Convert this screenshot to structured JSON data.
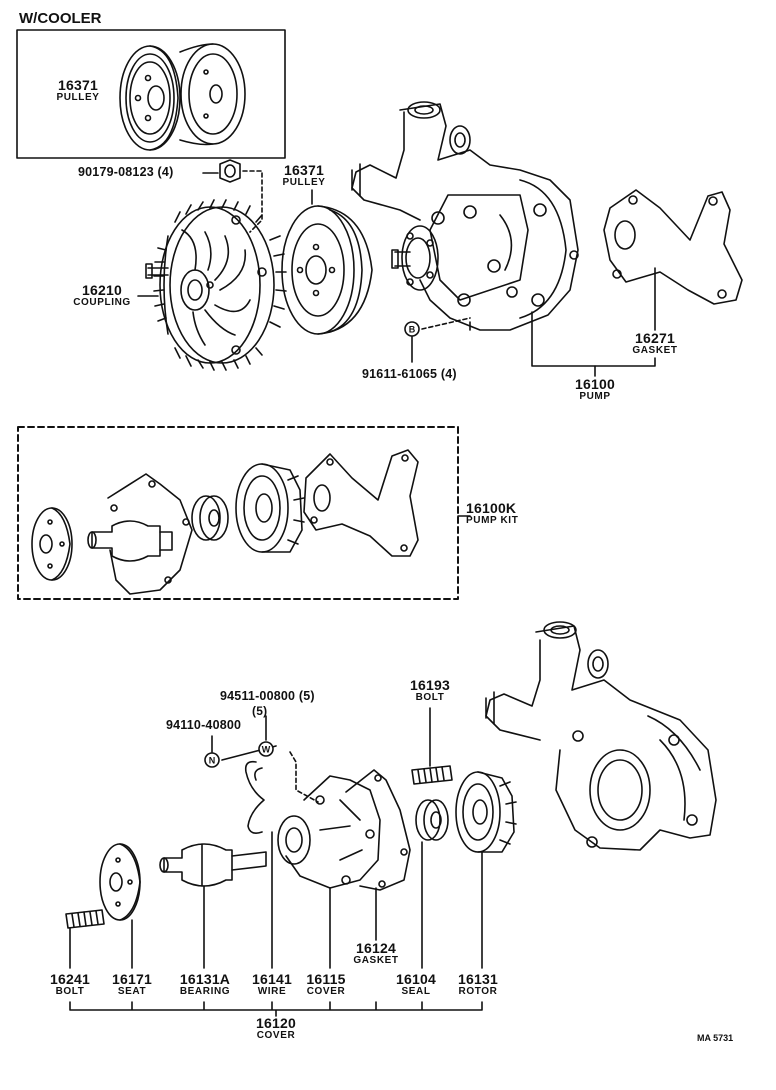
{
  "header": "W/COOLER",
  "labels": {
    "pulley_cooler_num": "16371",
    "pulley_cooler_name": "PULLEY",
    "nut_num": "90179-08123 (4)",
    "pulley_num": "16371",
    "pulley_name": "PULLEY",
    "coupling_num": "16210",
    "coupling_name": "COUPLING",
    "bolt_b_num": "91611-61065 (4)",
    "gasket_num": "16271",
    "gasket_name": "GASKET",
    "pump_num": "16100",
    "pump_name": "PUMP",
    "pumpkit_num": "16100K",
    "pumpkit_name": "PUMP KIT",
    "washer_num": "94511-00800 (5)",
    "washer_sub": "(5)",
    "nut2_num": "94110-40800",
    "bolt16193_num": "16193",
    "bolt16193_name": "BOLT",
    "bolt16241_num": "16241",
    "bolt16241_name": "BOLT",
    "seat_num": "16171",
    "seat_name": "SEAT",
    "bearing_num": "16131A",
    "bearing_name": "BEARING",
    "wire_num": "16141",
    "wire_name": "WIRE",
    "cover_num": "16115",
    "cover_name": "COVER",
    "gasket2_num": "16124",
    "gasket2_name": "GASKET",
    "seal_num": "16104",
    "seal_name": "SEAL",
    "rotor_num": "16131",
    "rotor_name": "ROTOR",
    "cover_assy_num": "16120",
    "cover_assy_name": "COVER",
    "code": "MA 5731"
  },
  "callouts": {
    "B": "B",
    "N": "N",
    "W": "W"
  }
}
